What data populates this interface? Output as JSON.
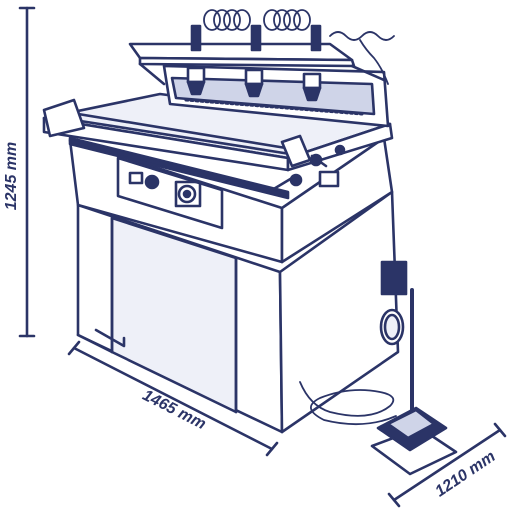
{
  "colors": {
    "line": "#2b3467",
    "fill": "#ffffff",
    "light_fill": "#eef0f8",
    "shade": "#cfd4e8"
  },
  "dimensions": {
    "height_label": "1245 mm",
    "length_label": "1465 mm",
    "depth_label": "1210 mm"
  }
}
